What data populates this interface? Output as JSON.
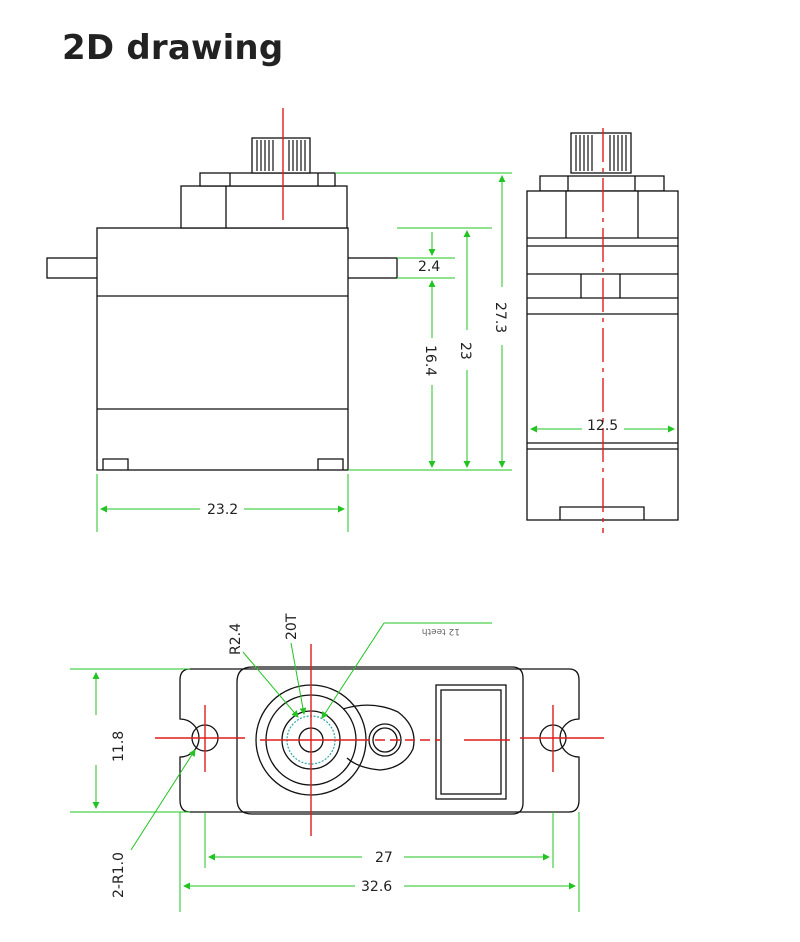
{
  "title": "2D drawing",
  "colors": {
    "dimension": "#22c322",
    "centerline": "#e11d1d",
    "outline": "#111111"
  },
  "front_view": {
    "dims": {
      "height_total": "27.3",
      "height_case": "23",
      "height_lower": "16.4",
      "tab_thickness": "2.4",
      "width": "23.2"
    }
  },
  "side_view": {
    "dims": {
      "width": "12.5"
    }
  },
  "top_view": {
    "dims": {
      "height": "11.8",
      "hole_spacing": "27",
      "overall_length": "32.6",
      "hole_radius": "2-R1.0",
      "spline_radius": "R2.4",
      "teeth": "20T",
      "teeth_note": "12 teeth"
    }
  }
}
